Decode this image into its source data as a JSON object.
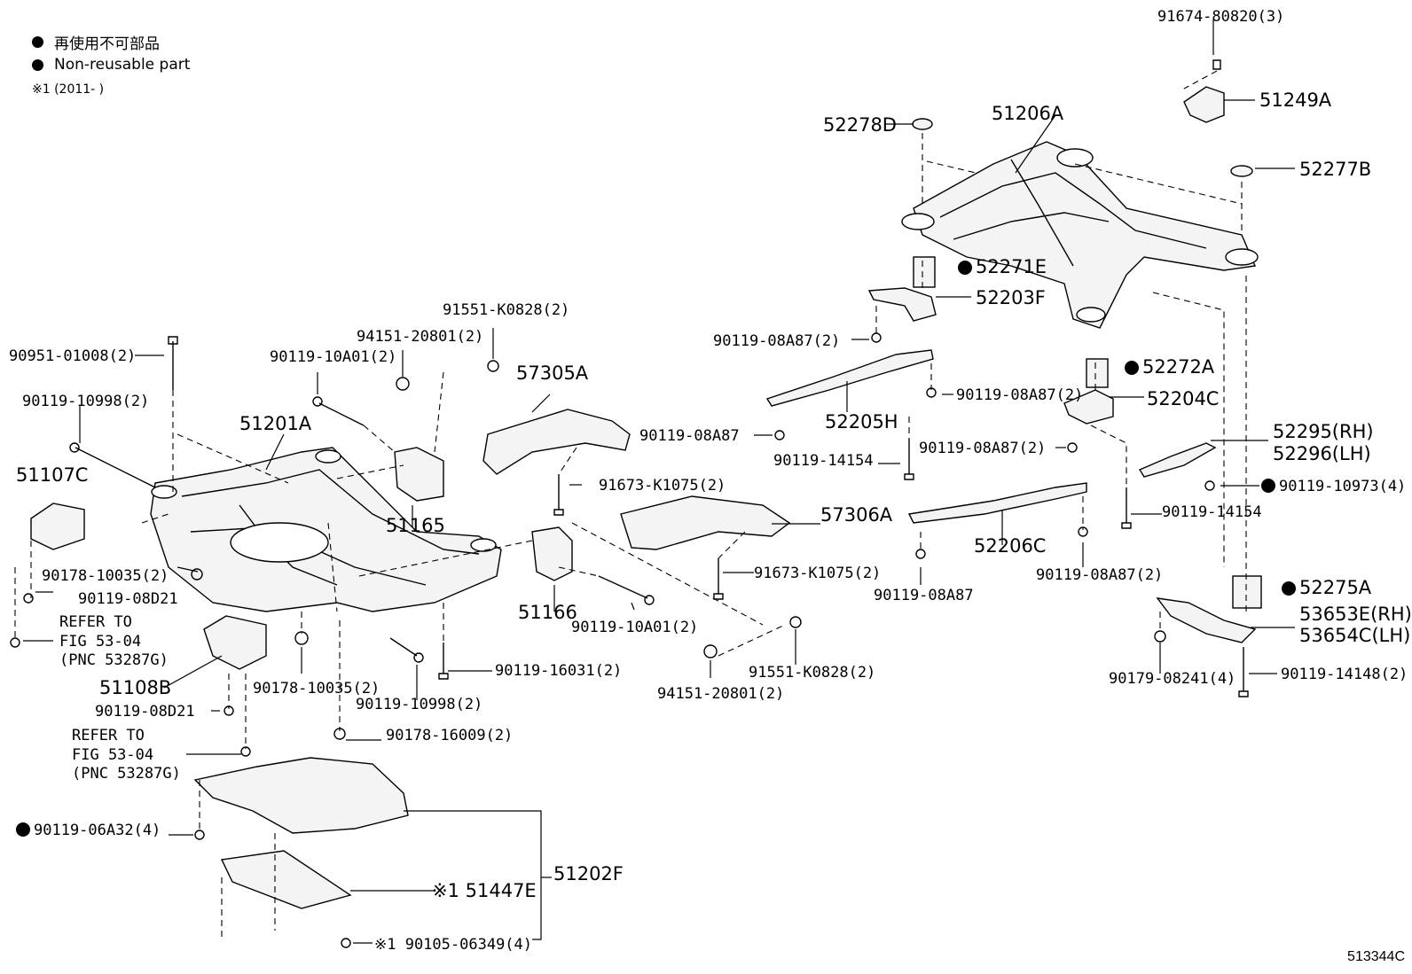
{
  "legend": {
    "jp": "再使用不可部品",
    "en": "Non-reusable part",
    "note": "※1 (2011-        )"
  },
  "figure_id": "513344C",
  "labels": [
    {
      "id": "L1",
      "text": "91674-80820(3)",
      "big": false,
      "dot": false
    },
    {
      "id": "L2",
      "text": "51249A",
      "big": true,
      "dot": false
    },
    {
      "id": "L3",
      "text": "52278D",
      "big": true,
      "dot": false
    },
    {
      "id": "L4",
      "text": "51206A",
      "big": true,
      "dot": false
    },
    {
      "id": "L5",
      "text": "52277B",
      "big": true,
      "dot": false
    },
    {
      "id": "L6",
      "text": "52271E",
      "big": true,
      "dot": true
    },
    {
      "id": "L7",
      "text": "52203F",
      "big": true,
      "dot": false
    },
    {
      "id": "L8",
      "text": "90119-08A87(2)",
      "big": false,
      "dot": false
    },
    {
      "id": "L9",
      "text": "52272A",
      "big": true,
      "dot": true
    },
    {
      "id": "L10",
      "text": "90119-08A87(2)",
      "big": false,
      "dot": false
    },
    {
      "id": "L11",
      "text": "52204C",
      "big": true,
      "dot": false
    },
    {
      "id": "L12",
      "text": "52205H",
      "big": true,
      "dot": false
    },
    {
      "id": "L13",
      "text": "52295(RH)",
      "big": true,
      "dot": false
    },
    {
      "id": "L14",
      "text": "52296(LH)",
      "big": true,
      "dot": false
    },
    {
      "id": "L15",
      "text": "90119-08A87",
      "big": false,
      "dot": false
    },
    {
      "id": "L16",
      "text": "90119-08A87(2)",
      "big": false,
      "dot": false
    },
    {
      "id": "L17",
      "text": "90119-14154",
      "big": false,
      "dot": false
    },
    {
      "id": "L18",
      "text": "90119-10973(4)",
      "big": false,
      "dot": true
    },
    {
      "id": "L19",
      "text": "90119-14154",
      "big": false,
      "dot": false
    },
    {
      "id": "L20",
      "text": "52206C",
      "big": true,
      "dot": false
    },
    {
      "id": "L21",
      "text": "90119-08A87(2)",
      "big": false,
      "dot": false
    },
    {
      "id": "L22",
      "text": "90119-08A87",
      "big": false,
      "dot": false
    },
    {
      "id": "L23",
      "text": "52275A",
      "big": true,
      "dot": true
    },
    {
      "id": "L24",
      "text": "53653E(RH)",
      "big": true,
      "dot": false
    },
    {
      "id": "L25",
      "text": "53654C(LH)",
      "big": true,
      "dot": false
    },
    {
      "id": "L26",
      "text": "90179-08241(4)",
      "big": false,
      "dot": false
    },
    {
      "id": "L27",
      "text": "90119-14148(2)",
      "big": false,
      "dot": false
    },
    {
      "id": "L28",
      "text": "91551-K0828(2)",
      "big": false,
      "dot": false
    },
    {
      "id": "L29",
      "text": "94151-20801(2)",
      "big": false,
      "dot": false
    },
    {
      "id": "L30",
      "text": "90119-10A01(2)",
      "big": false,
      "dot": false
    },
    {
      "id": "L31",
      "text": "90951-01008(2)",
      "big": false,
      "dot": false
    },
    {
      "id": "L32",
      "text": "90119-10998(2)",
      "big": false,
      "dot": false
    },
    {
      "id": "L33",
      "text": "57305A",
      "big": true,
      "dot": false
    },
    {
      "id": "L34",
      "text": "51201A",
      "big": true,
      "dot": false
    },
    {
      "id": "L35",
      "text": "51107C",
      "big": true,
      "dot": false
    },
    {
      "id": "L36",
      "text": "51165",
      "big": true,
      "dot": false
    },
    {
      "id": "L37",
      "text": "91673-K1075(2)",
      "big": false,
      "dot": false
    },
    {
      "id": "L38",
      "text": "57306A",
      "big": true,
      "dot": false
    },
    {
      "id": "L39",
      "text": "90178-10035(2)",
      "big": false,
      "dot": false
    },
    {
      "id": "L40",
      "text": "90119-08D21",
      "big": false,
      "dot": false
    },
    {
      "id": "L41",
      "text": "91673-K1075(2)",
      "big": false,
      "dot": false
    },
    {
      "id": "L42",
      "text": "51166",
      "big": true,
      "dot": false
    },
    {
      "id": "L43",
      "text": "90119-10A01(2)",
      "big": false,
      "dot": false
    },
    {
      "id": "L44",
      "text": "REFER TO",
      "big": false,
      "dot": false
    },
    {
      "id": "L45",
      "text": "FIG 53-04",
      "big": false,
      "dot": false
    },
    {
      "id": "L46",
      "text": "(PNC 53287G)",
      "big": false,
      "dot": false
    },
    {
      "id": "L47",
      "text": "51108B",
      "big": true,
      "dot": false
    },
    {
      "id": "L48",
      "text": "90119-16031(2)",
      "big": false,
      "dot": false
    },
    {
      "id": "L49",
      "text": "91551-K0828(2)",
      "big": false,
      "dot": false
    },
    {
      "id": "L50",
      "text": "94151-20801(2)",
      "big": false,
      "dot": false
    },
    {
      "id": "L51",
      "text": "90178-10035(2)",
      "big": false,
      "dot": false
    },
    {
      "id": "L52",
      "text": "90119-10998(2)",
      "big": false,
      "dot": false
    },
    {
      "id": "L53",
      "text": "90119-08D21",
      "big": false,
      "dot": false
    },
    {
      "id": "L54",
      "text": "90178-16009(2)",
      "big": false,
      "dot": false
    },
    {
      "id": "L55",
      "text": "REFER TO",
      "big": false,
      "dot": false
    },
    {
      "id": "L56",
      "text": "FIG 53-04",
      "big": false,
      "dot": false
    },
    {
      "id": "L57",
      "text": "(PNC 53287G)",
      "big": false,
      "dot": false
    },
    {
      "id": "L58",
      "text": "90119-06A32(4)",
      "big": false,
      "dot": true
    },
    {
      "id": "L59",
      "text": "51202F",
      "big": true,
      "dot": false
    },
    {
      "id": "L60",
      "text": "※1 51447E",
      "big": true,
      "dot": false
    },
    {
      "id": "L61",
      "text": "※1 90105-06349(4)",
      "big": false,
      "dot": false
    }
  ]
}
